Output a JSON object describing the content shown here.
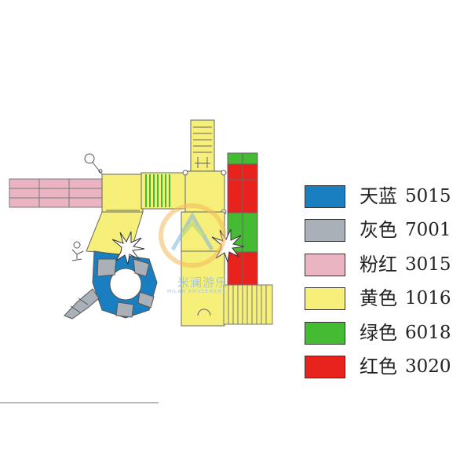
{
  "legend": {
    "items": [
      {
        "label": "天蓝",
        "code": "5015",
        "color": "#1a7fc1"
      },
      {
        "label": "灰色",
        "code": "7001",
        "color": "#a9b0b7"
      },
      {
        "label": "粉红",
        "code": "3015",
        "color": "#eab4c3"
      },
      {
        "label": "黄色",
        "code": "1016",
        "color": "#f6f07a"
      },
      {
        "label": "绿色",
        "code": "6018",
        "color": "#44bb33"
      },
      {
        "label": "红色",
        "code": "3020",
        "color": "#e8221d"
      }
    ]
  },
  "watermark": {
    "text_cn": "米澜游乐",
    "text_en": "MILAN AMUSEMENT"
  }
}
